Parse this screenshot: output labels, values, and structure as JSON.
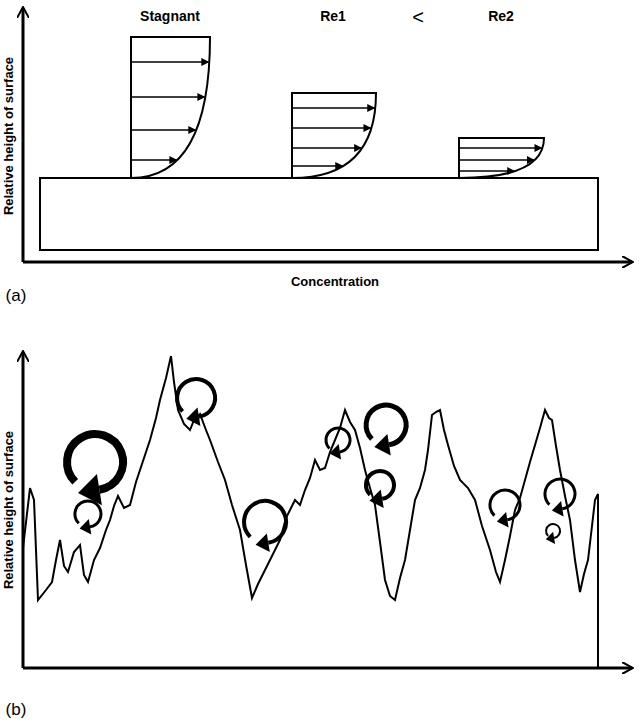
{
  "diagram": {
    "labels": [
      "Stagnant",
      "Re1",
      "<",
      "Re2",
      "Relative height of surface",
      "Concentration",
      "(a)",
      "Relative height of surface",
      "(b)"
    ]
  }
}
